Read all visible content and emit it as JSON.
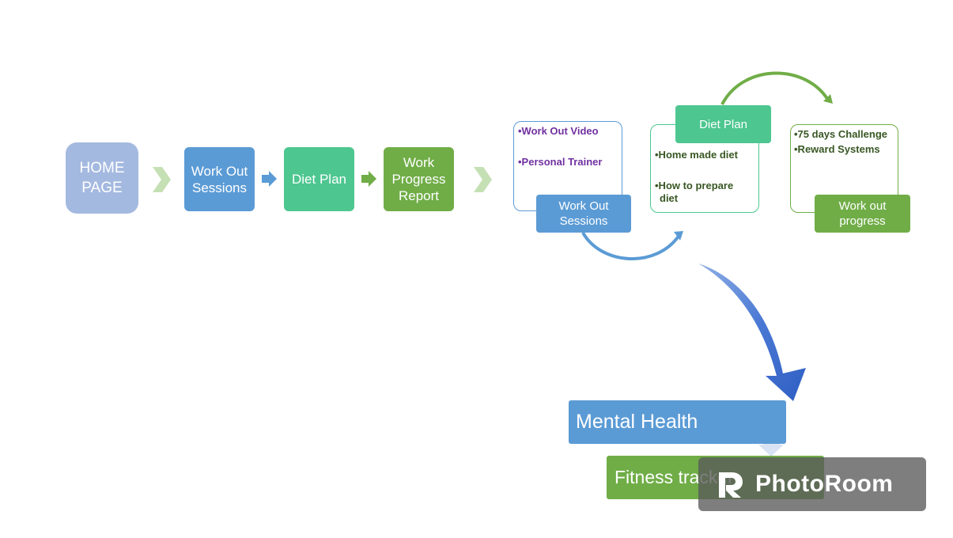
{
  "flow": {
    "home": "HOME PAGE",
    "workout": "Work Out Sessions",
    "diet": "Diet Plan",
    "progress": "Work Progress Report"
  },
  "cards": {
    "workout": {
      "title": "Work Out Sessions",
      "items": [
        "•Work Out Video",
        "•Personal Trainer"
      ]
    },
    "diet": {
      "title": "Diet Plan",
      "items": [
        "•Home made diet",
        "•How to prepare",
        "diet"
      ]
    },
    "progress": {
      "title": "Work out progress",
      "items": [
        "•75 days Challenge",
        "•Reward Systems"
      ]
    }
  },
  "bottom": {
    "mental": "Mental Health",
    "fitness": "Fitness tracker"
  },
  "watermark": {
    "text": "PhotoRoom"
  },
  "colors": {
    "home": "#a4b9e0",
    "blue": "#5b9bd5",
    "teal": "#4dc690",
    "green": "#70ad47",
    "purple": "#7030a0",
    "dark_green": "#385723",
    "chevron_light": "#c5e0b4"
  }
}
